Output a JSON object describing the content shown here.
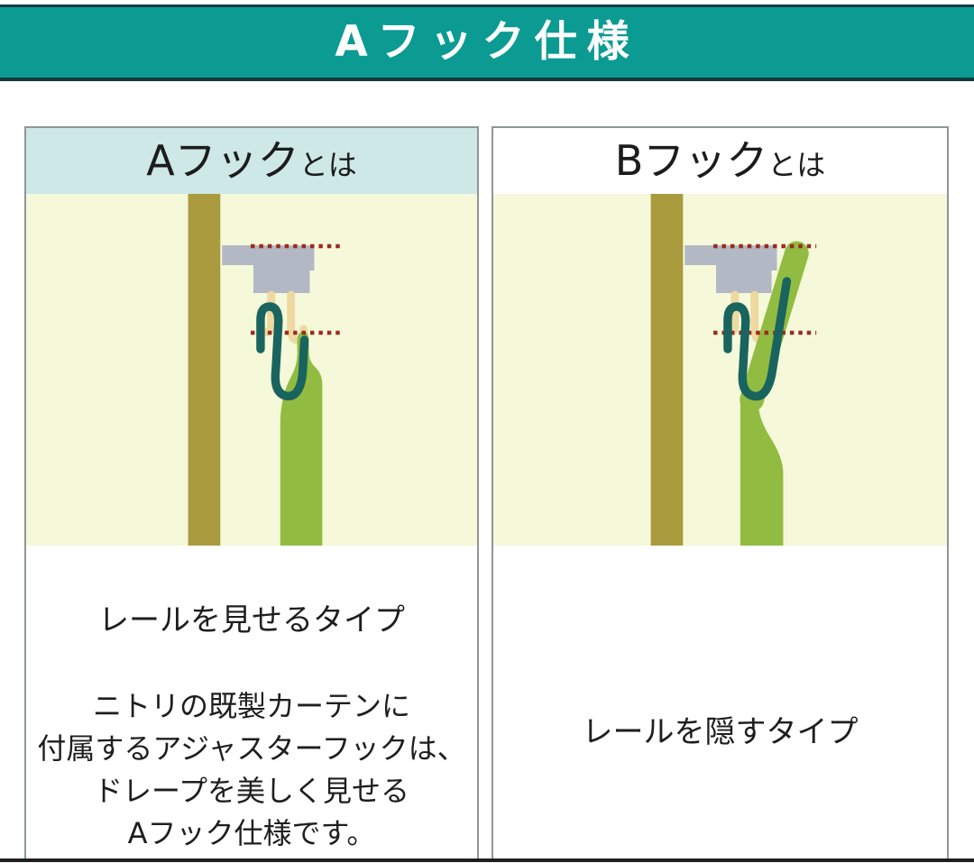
{
  "banner": {
    "title": "Aフック仕様",
    "background_color": "#0b9b93",
    "border_color": "#113a3d",
    "text_color": "#ffffff"
  },
  "panels": {
    "a": {
      "heading_main": "Aフック",
      "heading_suffix": "とは",
      "heading_highlight_color": "#cde8e6",
      "type_label": "レールを見せるタイプ",
      "description_lines": [
        "ニトリの既製カーテンに",
        "付属するアジャスターフックは、",
        "ドレープを美しく見せる",
        "Aフック仕様です。"
      ]
    },
    "b": {
      "heading_main": "Bフック",
      "heading_suffix": "とは",
      "heading_highlight_color": "#ffffff",
      "type_label": "レールを隠すタイプ"
    }
  },
  "illustration": {
    "background_color": "#f5f9da",
    "wall_color": "#a99b3e",
    "rail_color": "#b2b8c4",
    "runner_color": "#eed9a1",
    "hook_color": "#19645e",
    "curtain_color": "#92bc41",
    "guide_line_color": "#9b2b20"
  }
}
